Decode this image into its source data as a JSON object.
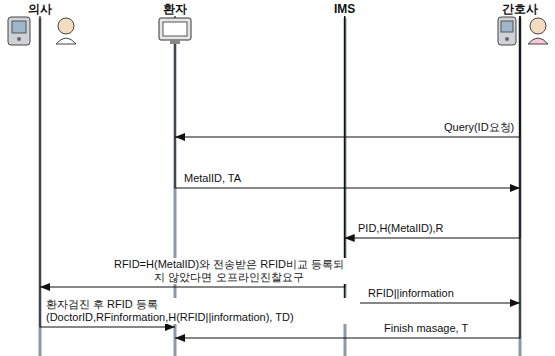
{
  "diagram": {
    "nodes": [
      {
        "text": [
          "의사"
        ]
      },
      {
        "text": [
          "환자"
        ]
      },
      {
        "text": [
          "IMS"
        ]
      },
      {
        "text": [
          "간호사"
        ]
      }
    ],
    "edges": [
      {
        "from": 3,
        "to": 1,
        "arrow": "to",
        "label": "Query(ID요청)"
      },
      {
        "from": 1,
        "to": 3,
        "arrow": "to",
        "label": "MetalID, TA"
      },
      {
        "from": 3,
        "to": 2,
        "arrow": "to",
        "label": "PID,H(MetalID),R"
      },
      {
        "from": 2,
        "to": 0,
        "arrow": "to",
        "label": "RFID=H(MetalID)와 전송받은 RFID비교 등록되지 않았다면 오프라인진찰요구"
      },
      {
        "from": 0,
        "to": 1,
        "arrow": "to",
        "label": "환자검진 후 RFID 등록 (DoctorID,RFinformation,H(RFID||information), TD)"
      },
      {
        "from": 2,
        "to": 3,
        "arrow": "to",
        "label": "RFID||information"
      },
      {
        "from": 3,
        "to": 1,
        "arrow": "to",
        "label": "Finish masage, T"
      }
    ]
  }
}
